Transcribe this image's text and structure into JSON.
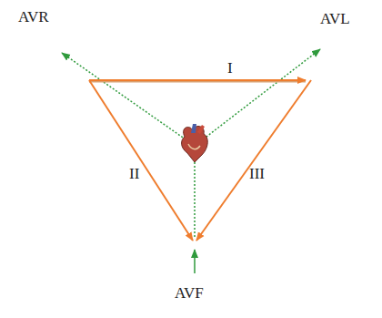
{
  "diagram": {
    "labels": [
      "AVR",
      "AVL",
      "I",
      "II",
      "III",
      "AVF"
    ]
  }
}
